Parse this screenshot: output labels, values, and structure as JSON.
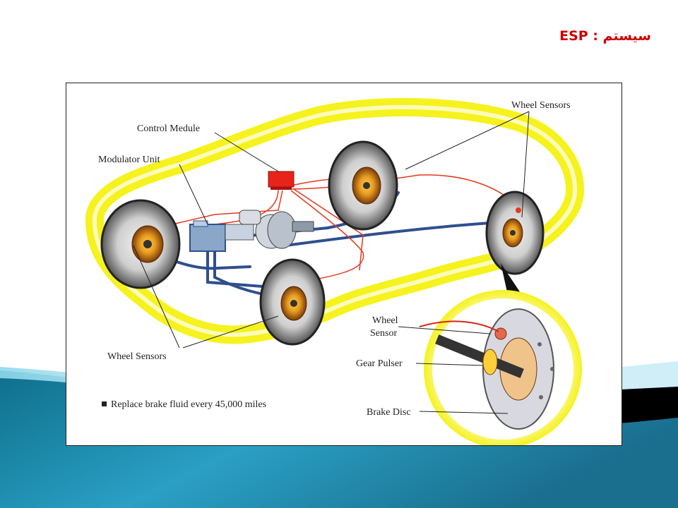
{
  "slide": {
    "title": "سیستم : ESP"
  },
  "diagram": {
    "labels": {
      "control_module": "Control Medule",
      "modulator_unit": "Modulator Unit",
      "wheel_sensors_top": "Wheel Sensors",
      "wheel_sensors_bottom": "Wheel Sensors",
      "wheel_sensor_line1": "Wheel",
      "wheel_sensor_line2": "Sensor",
      "gear_pulser": "Gear Pulser",
      "brake_disc": "Brake Disc",
      "note": "Replace brake fluid every 45,000 miles"
    },
    "colors": {
      "car_glow": "#f5f21e",
      "brake_line": "#2f4f8f",
      "sensor_wire": "#e23a1e",
      "module": "#e8231a",
      "title": "#cc0000"
    }
  }
}
